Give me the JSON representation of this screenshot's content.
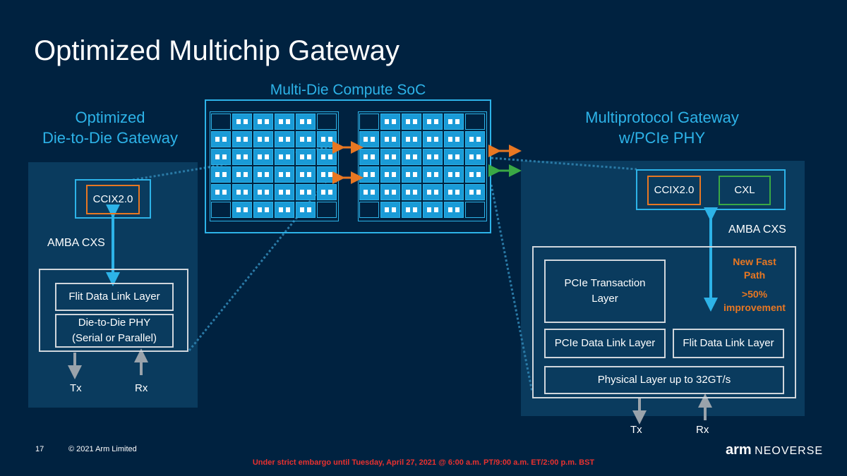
{
  "slide": {
    "title": "Optimized Multichip Gateway",
    "page_number": "17",
    "copyright": "© 2021 Arm Limited",
    "embargo": "Under strict embargo until Tuesday, April 27, 2021 @ 6:00 a.m. PT/9:00 a.m. ET/2:00 p.m. BST",
    "logo_text_bold": "arm",
    "logo_text": "NEOVERSE"
  },
  "soc": {
    "label": "Multi-Die Compute SoC"
  },
  "left": {
    "heading_line1": "Optimized",
    "heading_line2": "Die-to-Die Gateway",
    "ccix": "CCIX2.0",
    "amba": "AMBA CXS",
    "flit": "Flit Data Link Layer",
    "phy_line1": "Die-to-Die PHY",
    "phy_line2": "(Serial or Parallel)",
    "tx": "Tx",
    "rx": "Rx"
  },
  "right": {
    "heading_line1": "Multiprotocol Gateway",
    "heading_line2": "w/PCIe PHY",
    "ccix": "CCIX2.0",
    "cxl": "CXL",
    "amba": "AMBA CXS",
    "new_fast_line1": "New Fast",
    "new_fast_line2": "Path",
    "improve_line1": ">50%",
    "improve_line2": "improvement",
    "pcie_trans_line1": "PCIe Transaction",
    "pcie_trans_line2": "Layer",
    "pcie_dll": "PCIe Data Link Layer",
    "flit": "Flit Data Link Layer",
    "phys": "Physical Layer up to 32GT/s",
    "tx": "Tx",
    "rx": "Rx"
  },
  "colors": {
    "background": "#002240",
    "panel": "#0a3b5e",
    "accent_cyan": "#2db3e8",
    "orange": "#e87722",
    "green": "#3aa845",
    "embargo_red": "#e8312f"
  }
}
